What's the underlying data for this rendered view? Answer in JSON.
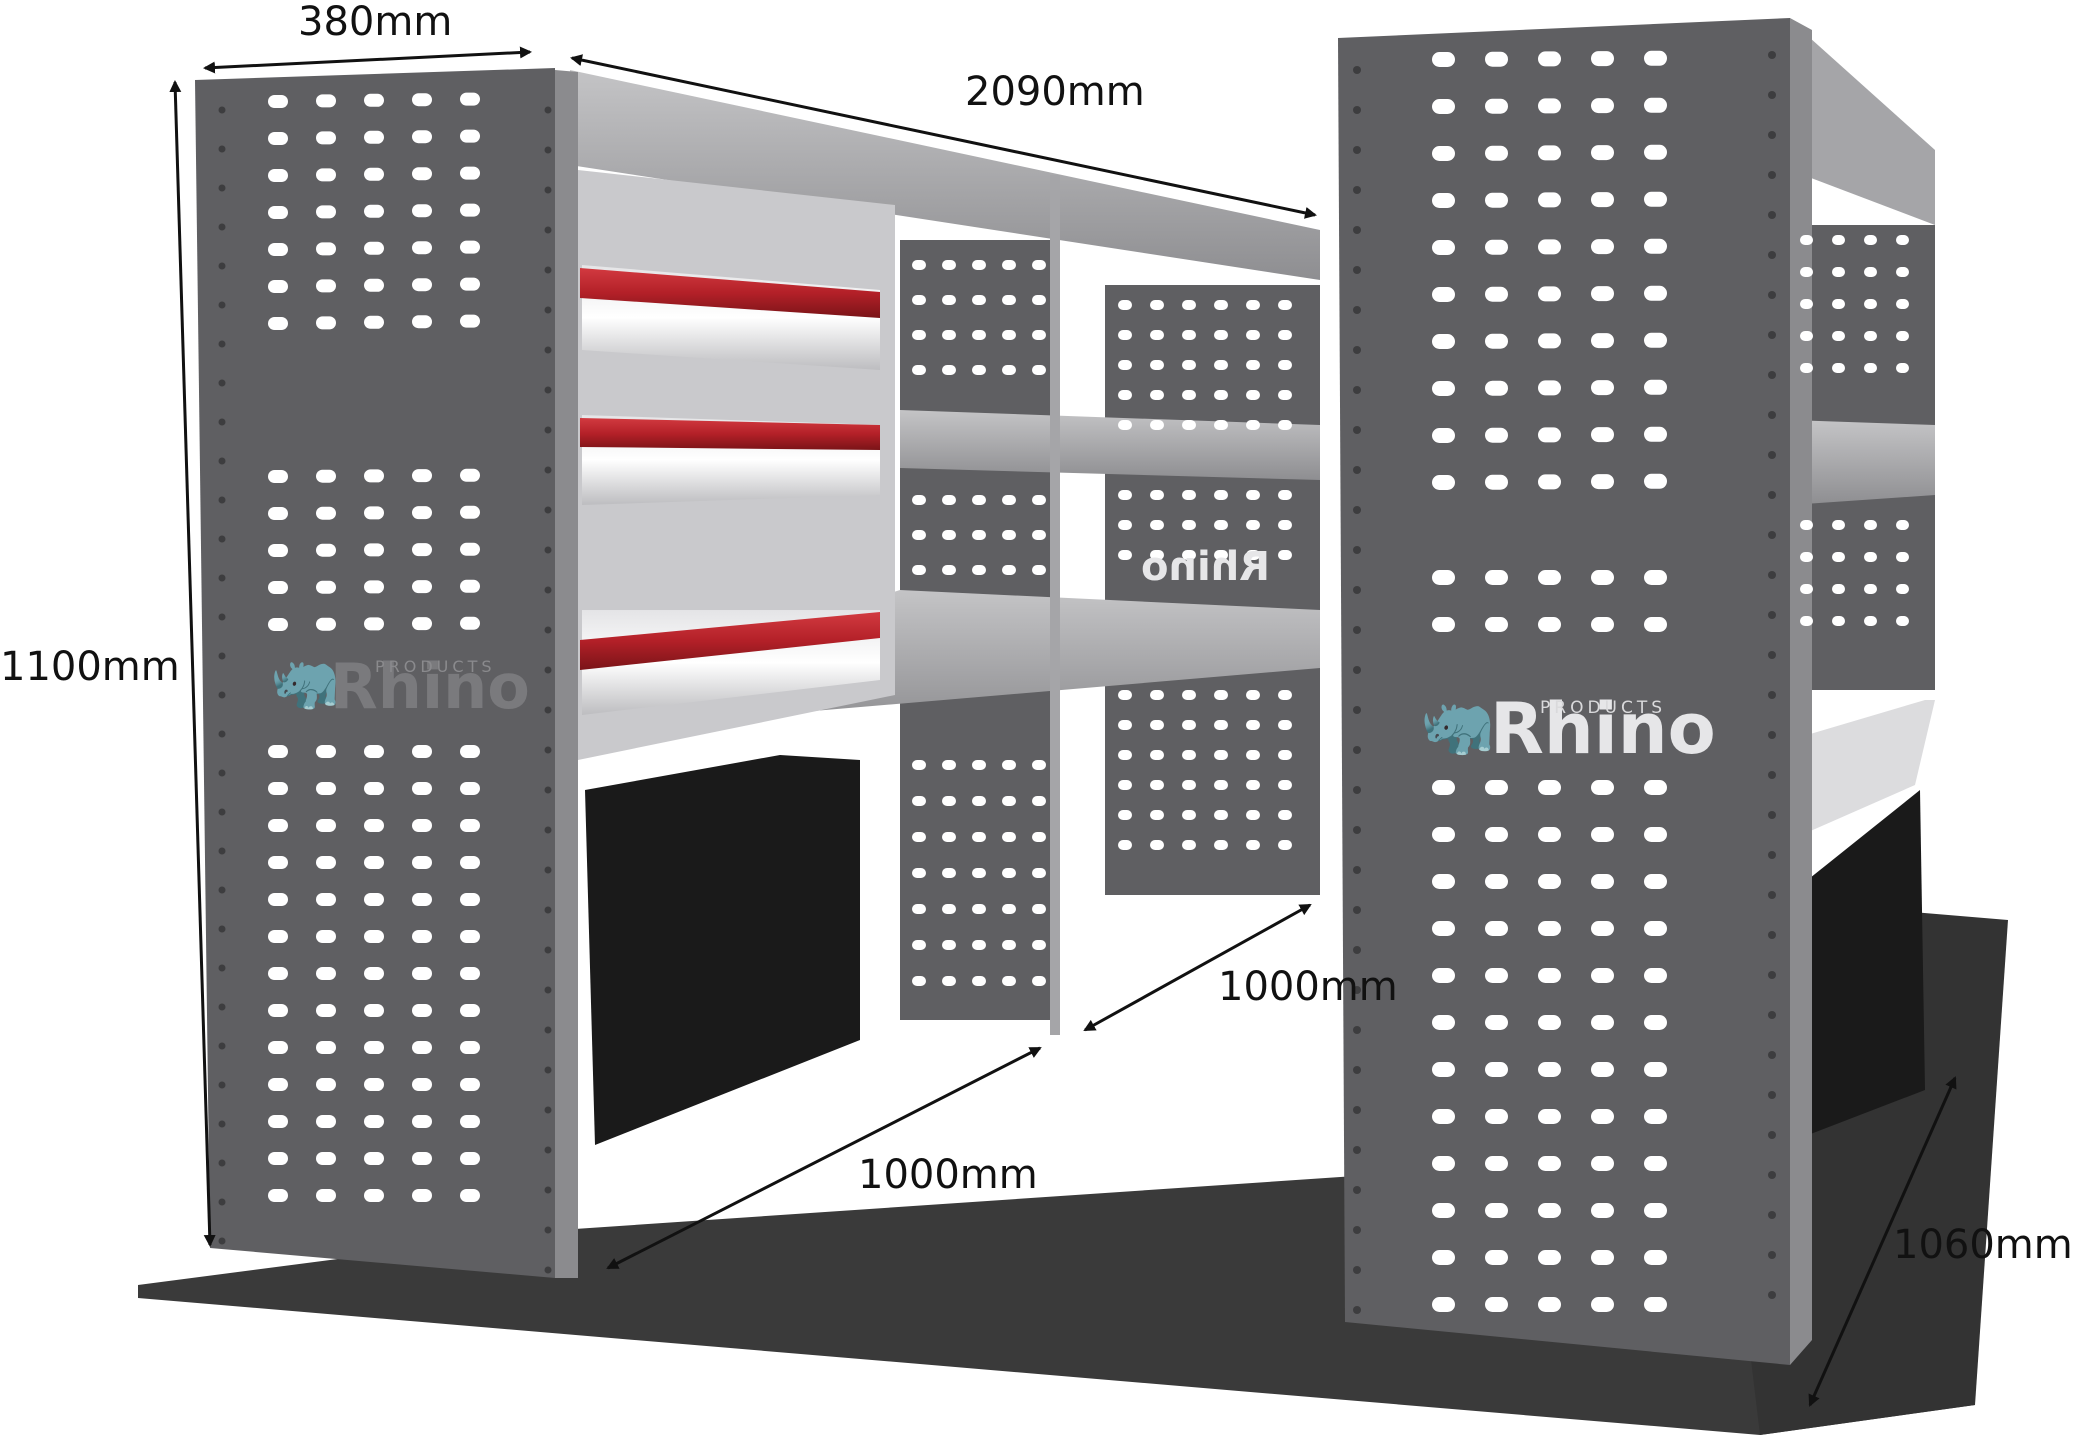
{
  "dimensions": {
    "depth": "380mm",
    "length": "2090mm",
    "height": "1100mm",
    "module_front": "1000mm",
    "module_rear": "1000mm",
    "width_right": "1060mm"
  },
  "branding": {
    "name": "Rhino",
    "tagline": "PRODUCTS"
  },
  "colors": {
    "panel": "#5f5f62",
    "panel_dark": "#4b4b4e",
    "shelf": "#9a9a9d",
    "shelf_light": "#b8b8bb",
    "drawer_rail": "#b32028",
    "floor": "#3a3a3a",
    "wheel_arch": "#1a1a1a",
    "hole": "#ffffff"
  },
  "icons": {
    "brand_mark": "rhino-logo-icon",
    "measure_arrow": "double-arrow-icon"
  }
}
